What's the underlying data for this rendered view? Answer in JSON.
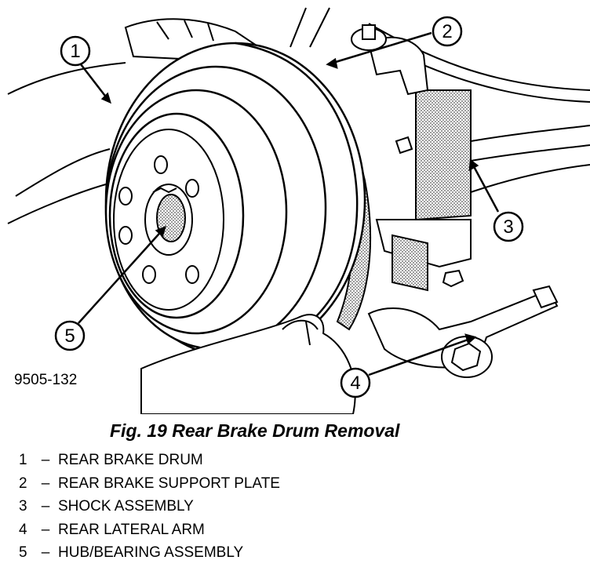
{
  "figure_id": "9505-132",
  "caption": "Fig. 19 Rear Brake Drum Removal",
  "callouts": [
    "1",
    "2",
    "3",
    "4",
    "5"
  ],
  "legend": [
    {
      "num": "1",
      "label": "REAR BRAKE DRUM"
    },
    {
      "num": "2",
      "label": "REAR BRAKE SUPPORT PLATE"
    },
    {
      "num": "3",
      "label": "SHOCK ASSEMBLY"
    },
    {
      "num": "4",
      "label": "REAR LATERAL ARM"
    },
    {
      "num": "5",
      "label": "HUB/BEARING ASSEMBLY"
    }
  ],
  "separator": "–"
}
